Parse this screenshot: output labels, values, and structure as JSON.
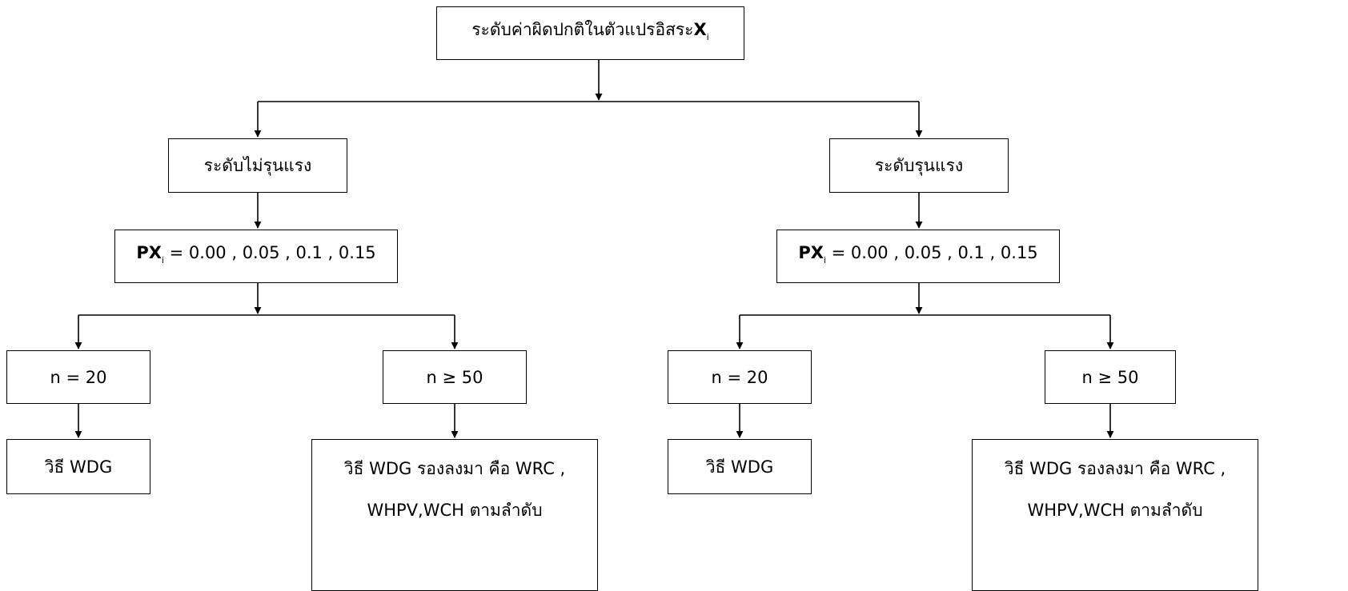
{
  "root": {
    "text": "ระดับค่าผิดปกติในตัวแปรอิสระ",
    "var": "X",
    "sub": "i"
  },
  "branches": [
    {
      "title": "ระดับไม่รุนแรง",
      "px": {
        "label": "PX",
        "sub": "i",
        "values": " = 0.00 , 0.05 , 0.1 , 0.15"
      },
      "sizes": [
        {
          "n": "n = 20",
          "result": [
            "วิธี WDG"
          ]
        },
        {
          "n": "n ≥ 50",
          "result": [
            "วิธี WDG รองลงมา คือ WRC ,",
            "WHPV,WCH ตามลำดับ"
          ]
        }
      ]
    },
    {
      "title": "ระดับรุนแรง",
      "px": {
        "label": "PX",
        "sub": "i",
        "values": " = 0.00 , 0.05 , 0.1 , 0.15"
      },
      "sizes": [
        {
          "n": "n = 20",
          "result": [
            "วิธี WDG"
          ]
        },
        {
          "n": "n ≥ 50",
          "result": [
            "วิธี WDG รองลงมา คือ WRC ,",
            "WHPV,WCH ตามลำดับ"
          ]
        }
      ]
    }
  ]
}
